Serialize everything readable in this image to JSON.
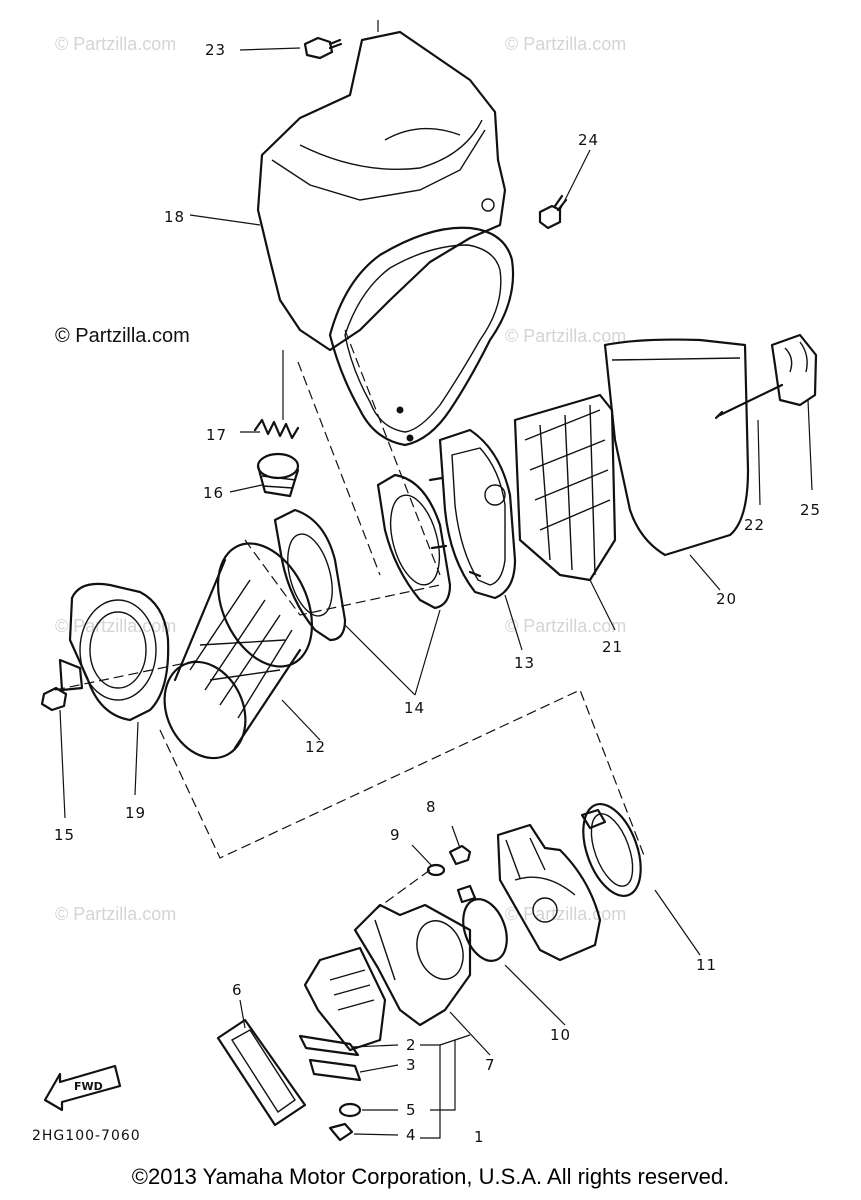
{
  "diagram": {
    "code": "2HG100-7060",
    "fwd_label": "FWD",
    "copyright": "©2013 Yamaha Motor Corporation, U.S.A. All rights reserved.",
    "watermark": "© Partzilla.com",
    "callouts": [
      "1",
      "2",
      "3",
      "4",
      "5",
      "6",
      "7",
      "8",
      "9",
      "10",
      "11",
      "12",
      "13",
      "14",
      "15",
      "16",
      "17",
      "18",
      "19",
      "20",
      "21",
      "22",
      "23",
      "24",
      "25"
    ]
  }
}
